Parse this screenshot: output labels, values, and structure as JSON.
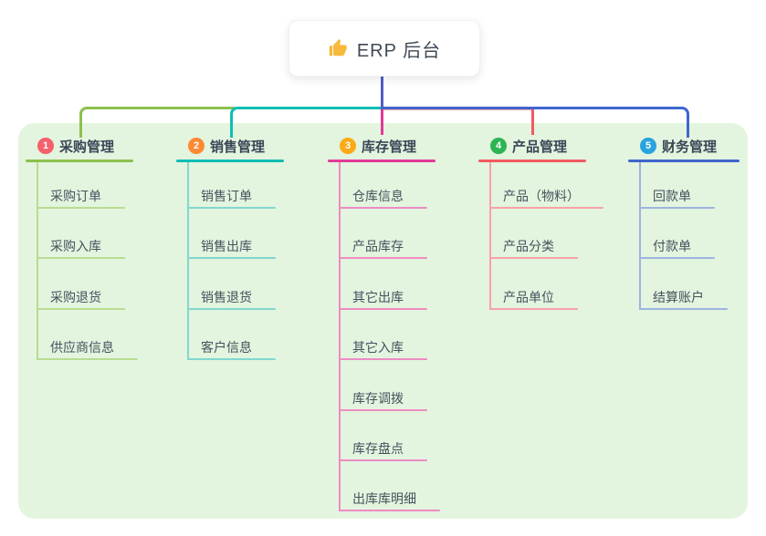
{
  "root": {
    "title": "ERP 后台",
    "icon": "thumbs-up-icon"
  },
  "palette": {
    "panel_bg": "#e3f4df",
    "card_bg": "#ffffff",
    "root_line": "#505dc6",
    "title_text": "#3b4757",
    "item_text": "#46525e",
    "thumb_color": "#f6b93b"
  },
  "branches": [
    {
      "index": "1",
      "label": "采购管理",
      "badge_color": "#f4606c",
      "line_color": "#8cc04e",
      "light_color": "#b9dc92",
      "items": [
        "采购订单",
        "采购入库",
        "采购退货",
        "供应商信息"
      ]
    },
    {
      "index": "2",
      "label": "销售管理",
      "badge_color": "#fd8a33",
      "line_color": "#0fbdb5",
      "light_color": "#82d8d0",
      "items": [
        "销售订单",
        "销售出库",
        "销售退货",
        "客户信息"
      ]
    },
    {
      "index": "3",
      "label": "库存管理",
      "badge_color": "#fbab18",
      "line_color": "#e23a97",
      "light_color": "#ee8cc3",
      "items": [
        "仓库信息",
        "产品库存",
        "其它出库",
        "其它入库",
        "库存调拨",
        "库存盘点",
        "出库库明细"
      ]
    },
    {
      "index": "4",
      "label": "产品管理",
      "badge_color": "#2eb553",
      "line_color": "#f15b60",
      "light_color": "#f8a2a5",
      "items": [
        "产品（物料）",
        "产品分类",
        "产品单位"
      ]
    },
    {
      "index": "5",
      "label": "财务管理",
      "badge_color": "#29a3dd",
      "line_color": "#3f66cc",
      "light_color": "#9db4e0",
      "items": [
        "回款单",
        "付款单",
        "结算账户"
      ]
    }
  ]
}
